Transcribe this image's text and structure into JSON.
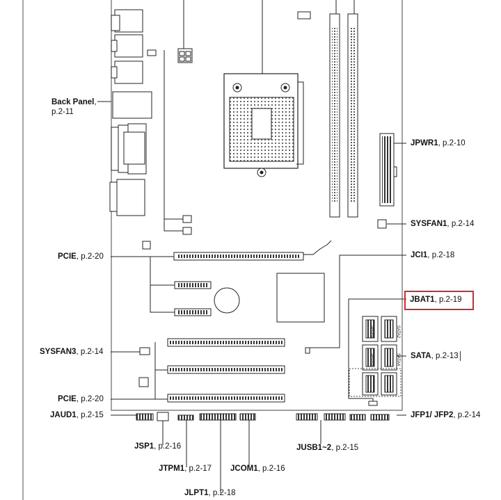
{
  "colors": {
    "line": "#222222",
    "board_outline": "#666666",
    "highlight": "#d9262a",
    "page_border": "#888888"
  },
  "labels": {
    "back_panel": {
      "name": "Back Panel",
      "page": "p.2-11"
    },
    "jpwr1": {
      "name": "JPWR1",
      "page": "p.2-10"
    },
    "sysfan1": {
      "name": "SYSFAN1",
      "page": "p.2-14"
    },
    "pcie_top": {
      "name": "PCIE",
      "page": "p.2-20"
    },
    "jci1": {
      "name": "JCI1",
      "page": "p.2-18"
    },
    "jbat1": {
      "name": "JBAT1",
      "page": "p.2-19"
    },
    "sysfan3": {
      "name": "SYSFAN3",
      "page": "p.2-14"
    },
    "sata": {
      "name": "SATA",
      "page": "p.2-13"
    },
    "pcie_bottom": {
      "name": "PCIE",
      "page": "p.2-20"
    },
    "jaud1": {
      "name": "JAUD1",
      "page": "p.2-15"
    },
    "jfp": {
      "name": "JFP1/ JFP2",
      "page": "p.2-14"
    },
    "jsp1": {
      "name": "JSP1",
      "page": "p.2-16"
    },
    "jusb": {
      "name": "JUSB1~2",
      "page": "p.2-15"
    },
    "jtpm1": {
      "name": "JTPM1",
      "page": "p.2-17"
    },
    "jcom1": {
      "name": "JCOM1",
      "page": "p.2-16"
    },
    "jlpt1": {
      "name": "JLPT1",
      "page": "p.2-18"
    }
  },
  "sata_port_labels": [
    "SATA1",
    "SATA2",
    "SATA3",
    "SATA4"
  ],
  "highlighted_component": "JBAT1"
}
